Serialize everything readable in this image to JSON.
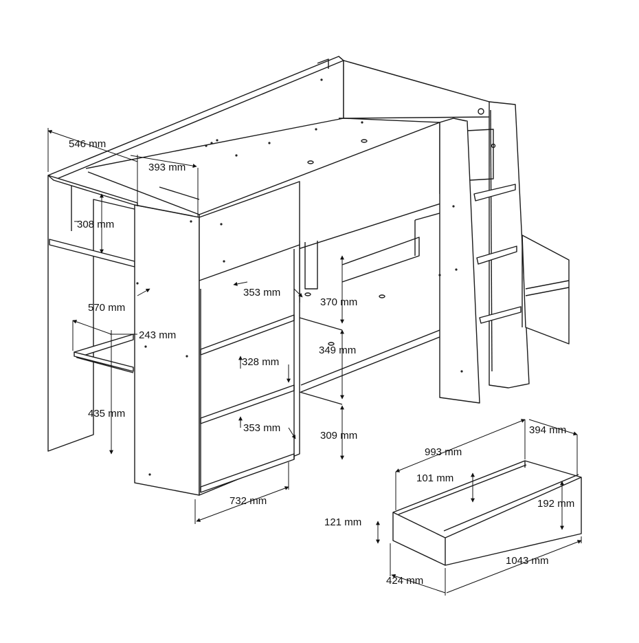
{
  "dimensions": {
    "d546": "546 mm",
    "d393": "393 mm",
    "d308": "308 mm",
    "d570": "570 mm",
    "d243": "243 mm",
    "d435": "435 mm",
    "d353a": "353 mm",
    "d328": "328 mm",
    "d353b": "353 mm",
    "d370": "370 mm",
    "d349": "349 mm",
    "d309": "309 mm",
    "d732": "732 mm",
    "d993": "993 mm",
    "d394": "394 mm",
    "d101": "101 mm",
    "d192": "192 mm",
    "d121": "121 mm",
    "d1043": "1043 mm",
    "d424": "424 mm"
  }
}
